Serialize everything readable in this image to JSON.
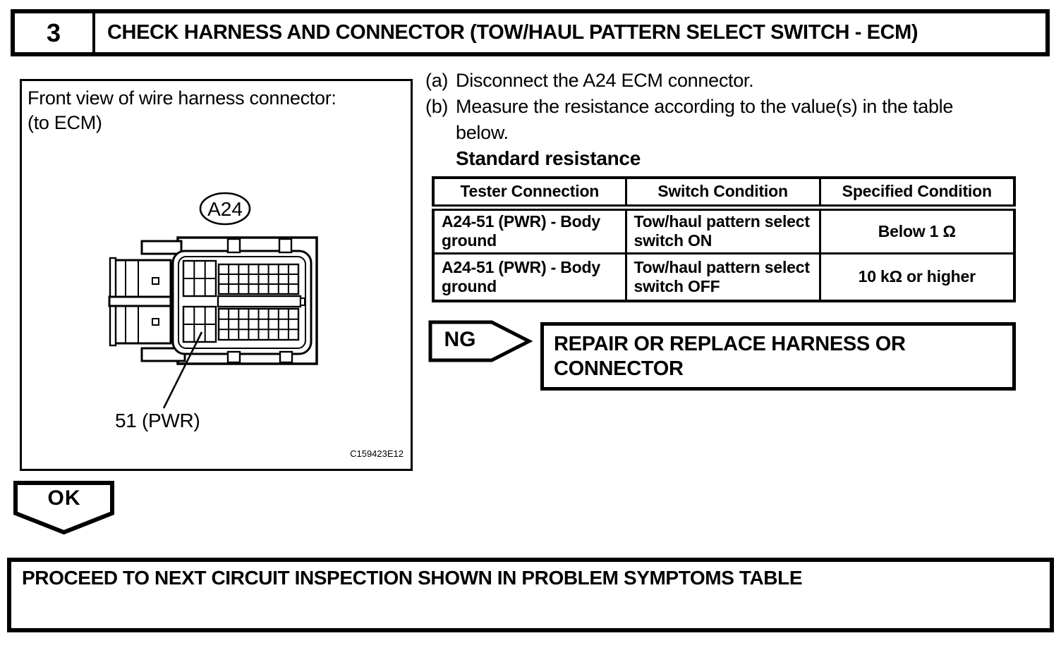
{
  "header": {
    "step_number": "3",
    "title": "CHECK HARNESS AND CONNECTOR (TOW/HAUL PATTERN SELECT SWITCH - ECM)"
  },
  "diagram": {
    "caption_line1": "Front view of wire harness connector:",
    "caption_line2": "(to ECM)",
    "connector_label": "A24",
    "pin_label": "51 (PWR)",
    "figure_code": "C159423E12"
  },
  "procedure": {
    "steps": [
      {
        "marker": "(a)",
        "text": "Disconnect the A24 ECM connector."
      },
      {
        "marker": "(b)",
        "text": "Measure the resistance according to the value(s) in the table below."
      }
    ],
    "subheading": "Standard resistance"
  },
  "resistance_table": {
    "headers": [
      "Tester Connection",
      "Switch Condition",
      "Specified Condition"
    ],
    "rows": [
      {
        "tester_connection": "A24-51 (PWR) - Body ground",
        "switch_condition": "Tow/haul pattern select switch ON",
        "specified_condition": "Below 1 Ω"
      },
      {
        "tester_connection": "A24-51 (PWR) - Body ground",
        "switch_condition": "Tow/haul pattern select switch OFF",
        "specified_condition": "10 kΩ or higher"
      }
    ]
  },
  "ng_branch": {
    "label": "NG",
    "action": "REPAIR OR REPLACE HARNESS OR CONNECTOR"
  },
  "ok_branch": {
    "label": "OK"
  },
  "footer": {
    "action": "PROCEED TO NEXT CIRCUIT INSPECTION SHOWN IN PROBLEM SYMPTOMS TABLE"
  }
}
